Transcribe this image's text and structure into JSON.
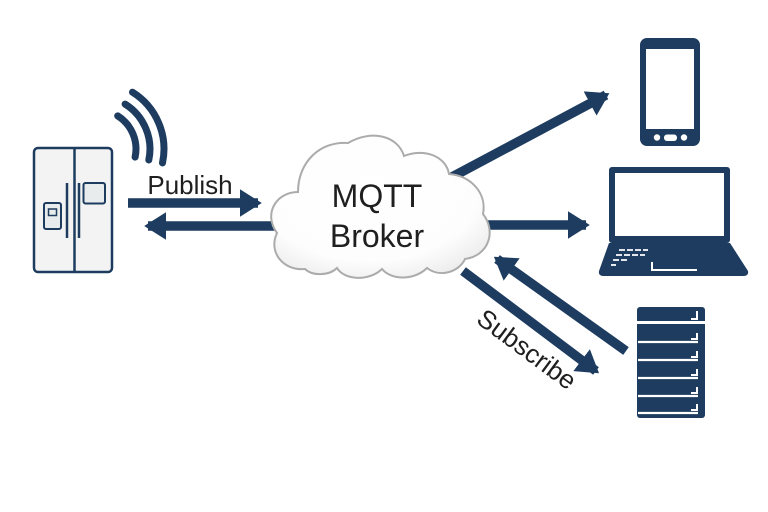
{
  "diagram": {
    "broker": {
      "line1": "MQTT",
      "line2": "Broker"
    },
    "labels": {
      "publish": "Publish",
      "subscribe": "Subscribe"
    },
    "publisher": {
      "icon": "refrigerator-icon",
      "signal_icon": "wifi-signal-icon"
    },
    "subscribers": [
      {
        "icon": "smartphone-icon"
      },
      {
        "icon": "laptop-icon"
      },
      {
        "icon": "server-icon"
      }
    ],
    "colors": {
      "primary": "#1d3c5f",
      "ink": "#1f1f1f",
      "cloud_stroke": "#ababab",
      "cloud_fill": "#fdfdfd",
      "cloud_edge": "#e9e9e9",
      "device_fill": "#f3f3f3",
      "panel_fill": "#e9ecec",
      "background": "#ffffff"
    }
  }
}
